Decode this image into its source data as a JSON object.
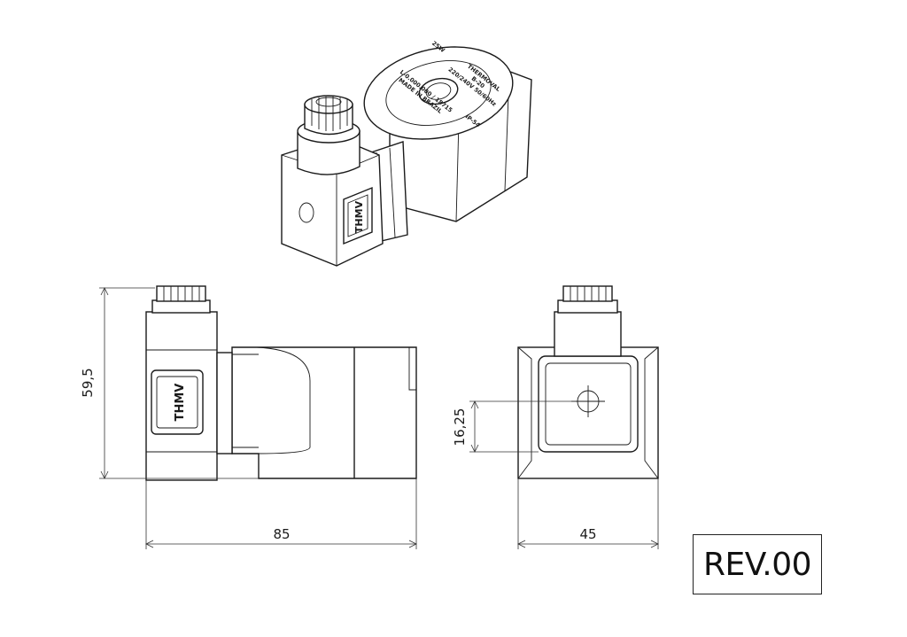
{
  "isometric": {
    "label_lines": [
      "THERMOVAL",
      "B-20",
      "220/240V 50/60Hz",
      "25W",
      "IP-54",
      "L-0.000.000 / 18715",
      "MADE IN BRAZIL"
    ],
    "brand": "THMV"
  },
  "side_view": {
    "brand": "THMV",
    "dim_height": "59,5",
    "dim_length": "85"
  },
  "front_view": {
    "dim_hole_height": "16,25",
    "dim_width": "45"
  },
  "revision": "REV.00"
}
